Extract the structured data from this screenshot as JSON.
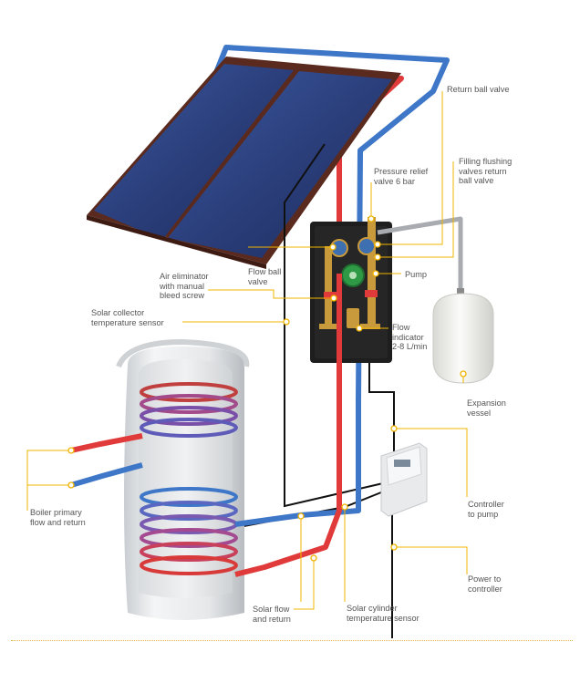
{
  "colors": {
    "hot": "#e03a3a",
    "cold": "#3e76c8",
    "leader": "#f0b400",
    "panel": "#2a3a6e",
    "frame": "#5a2a1e",
    "cylinder": "#eceeef",
    "pump_station": "#1e1e1e",
    "vessel": "#f2f2f0"
  },
  "labels": {
    "return_ball_valve": "Return ball valve",
    "pressure_relief_valve": "Pressure relief\nvalve 6 bar",
    "filling_flushing": "Filling flushing\nvalves return\nball valve",
    "air_eliminator": "Air eliminator\nwith manual\nbleed screw",
    "flow_ball_valve": "Flow ball\nvalve",
    "pump": "Pump",
    "solar_collector_sensor": "Solar collector\ntemperature sensor",
    "flow_indicator": "Flow\nindicator\n2-8 L/min",
    "expansion_vessel": "Expansion\nvessel",
    "boiler_primary": "Boiler primary\nflow and return",
    "controller_to_pump": "Controller\nto pump",
    "power_to_controller": "Power to\ncontroller",
    "solar_flow_return": "Solar flow\nand return",
    "solar_cylinder_sensor": "Solar cylinder\ntemperature sensor"
  },
  "icons": {
    "collector": "solar-collector-icon",
    "cylinder": "cylinder-icon",
    "pump_station": "pump-station-icon",
    "expansion_vessel": "expansion-vessel-icon",
    "controller": "controller-icon"
  }
}
